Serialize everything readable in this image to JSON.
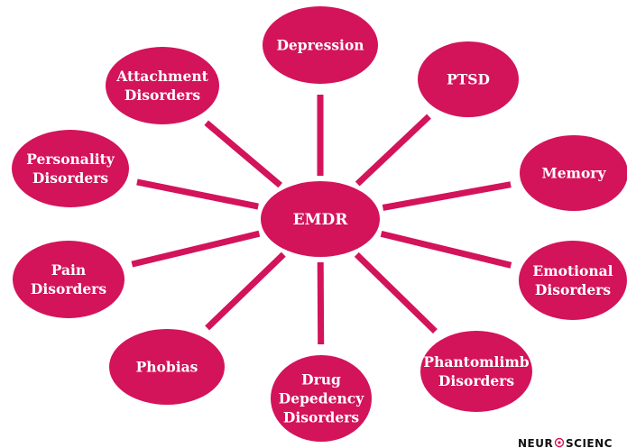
{
  "colors": {
    "node_fill": "#d3135a",
    "connector": "#d3135a",
    "text": "#ffffff",
    "background": "#ffffff"
  },
  "center": {
    "label": "EMDR"
  },
  "nodes": [
    {
      "id": "depression",
      "lines": [
        "Depression"
      ]
    },
    {
      "id": "ptsd",
      "lines": [
        "PTSD"
      ]
    },
    {
      "id": "memory",
      "lines": [
        "Memory"
      ]
    },
    {
      "id": "emotional-disorders",
      "lines": [
        "Emotional",
        "Disorders"
      ]
    },
    {
      "id": "phantomlimb-disorders",
      "lines": [
        "Phantomlimb",
        "Disorders"
      ]
    },
    {
      "id": "drug-depedency-disorders",
      "lines": [
        "Drug",
        "Depedency",
        "Disorders"
      ]
    },
    {
      "id": "phobias",
      "lines": [
        "Phobias"
      ]
    },
    {
      "id": "pain-disorders",
      "lines": [
        "Pain",
        "Disorders"
      ]
    },
    {
      "id": "personality-disorders",
      "lines": [
        "Personality",
        "Disorders"
      ]
    },
    {
      "id": "attachment-disorders",
      "lines": [
        "Attachment",
        "Disorders"
      ]
    }
  ],
  "footer": {
    "brand_left": "NEUR",
    "brand_right": "SCIENC"
  }
}
